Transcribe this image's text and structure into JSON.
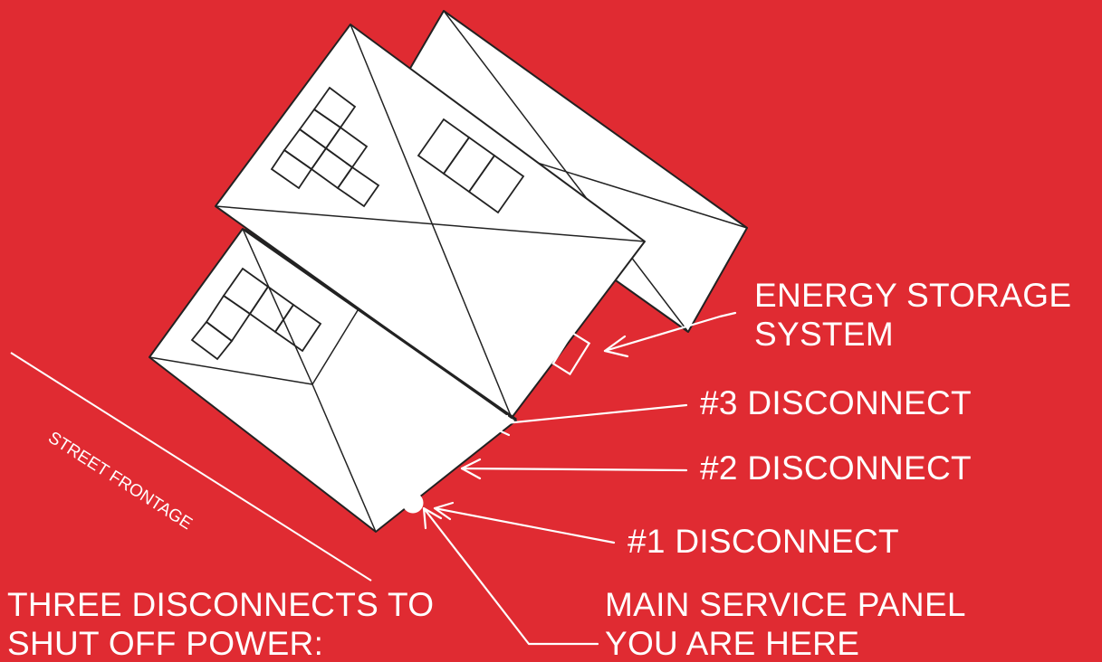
{
  "colors": {
    "background": "#e02b32",
    "text": "#ffffff",
    "house_fill": "#ffffff",
    "house_outline": "#222222"
  },
  "labels": {
    "energy_storage_line1": "ENERGY STORAGE",
    "energy_storage_line2": "SYSTEM",
    "disconnect_3": "#3 DISCONNECT",
    "disconnect_2": "#2 DISCONNECT",
    "disconnect_1": "#1 DISCONNECT",
    "main_panel_line1": "MAIN SERVICE PANEL",
    "main_panel_line2": "YOU ARE HERE",
    "street_frontage": "STREET FRONTAGE",
    "instruction_line1": "THREE DISCONNECTS TO",
    "instruction_line2": "SHUT OFF POWER:"
  },
  "icons": {
    "house": "house-outline-icon",
    "solar_array": "solar-panel-icon",
    "disconnect_marker": "disconnect-dot-icon",
    "energy_storage": "battery-box-icon"
  }
}
